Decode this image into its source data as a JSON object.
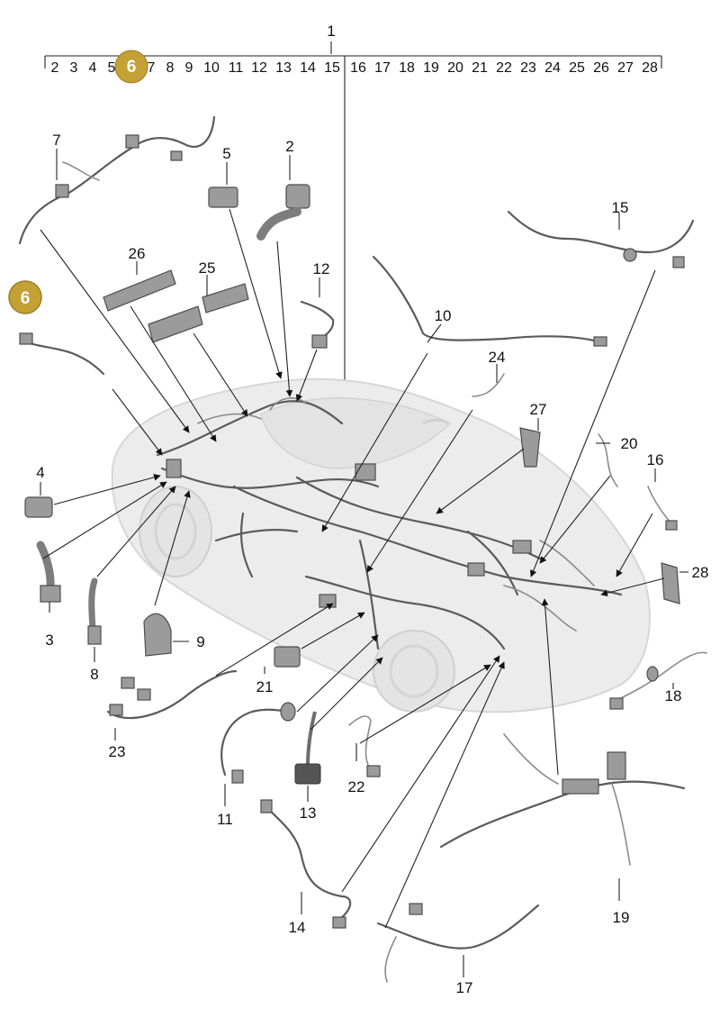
{
  "diagram": {
    "index_bar": {
      "top_label": "1",
      "items": [
        "2",
        "3",
        "4",
        "5",
        "6",
        "7",
        "8",
        "9",
        "10",
        "11",
        "12",
        "13",
        "14",
        "15",
        "16",
        "17",
        "18",
        "19",
        "20",
        "21",
        "22",
        "23",
        "24",
        "25",
        "26",
        "27",
        "28"
      ],
      "highlighted": "6"
    },
    "badge_color": "#c4a134",
    "callouts": {
      "c1": "1",
      "c2": "2",
      "c3": "3",
      "c4": "4",
      "c5": "5",
      "c6": "6",
      "c7": "7",
      "c8": "8",
      "c9": "9",
      "c10": "10",
      "c11": "11",
      "c12": "12",
      "c13": "13",
      "c14": "14",
      "c15": "15",
      "c16": "16",
      "c17": "17",
      "c18": "18",
      "c19": "19",
      "c20": "20",
      "c21": "21",
      "c22": "22",
      "c23": "23",
      "c24": "24",
      "c25": "25",
      "c26": "26",
      "c27": "27",
      "c28": "28"
    }
  }
}
